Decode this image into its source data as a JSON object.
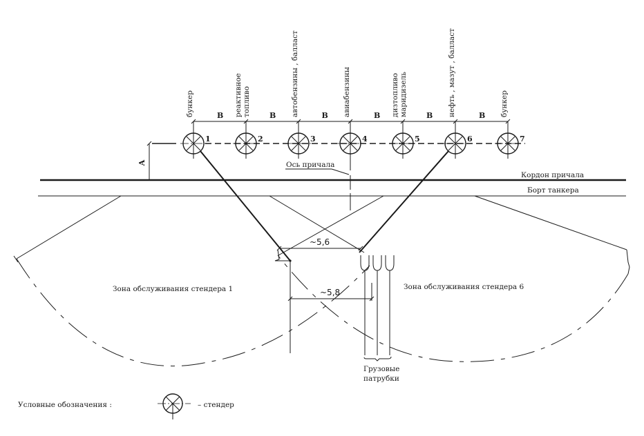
{
  "diagram": {
    "stenders": [
      {
        "number": "1",
        "label_lines": [
          "бункер"
        ]
      },
      {
        "number": "2",
        "label_lines": [
          "реактивное",
          "топливо"
        ]
      },
      {
        "number": "3",
        "label_lines": [
          "автобензины , балласт"
        ]
      },
      {
        "number": "4",
        "label_lines": [
          "авиабензины"
        ]
      },
      {
        "number": "5",
        "label_lines": [
          "дизтопливо",
          "маридизель"
        ]
      },
      {
        "number": "6",
        "label_lines": [
          "нефть , мазут , балласт"
        ]
      },
      {
        "number": "7",
        "label_lines": [
          "бункер"
        ]
      }
    ],
    "spacing_label": "В",
    "offset_label": "А",
    "berth_axis_label": "Ось причала",
    "cordon_label": "Кордон причала",
    "tanker_side_label": "Борт танкера",
    "dimension_upper": "~5,6",
    "dimension_lower": "~5,8",
    "zone_left_label": "Зона обслуживания стендера 1",
    "zone_right_label": "Зона обслуживания стендера 6",
    "cargo_pipes_label_line1": "Грузовые",
    "cargo_pipes_label_line2": "патрубки",
    "legend": {
      "title": "Условные обозначения :",
      "item_label": "– стендер",
      "item_icon": "stender-symbol-icon"
    }
  }
}
